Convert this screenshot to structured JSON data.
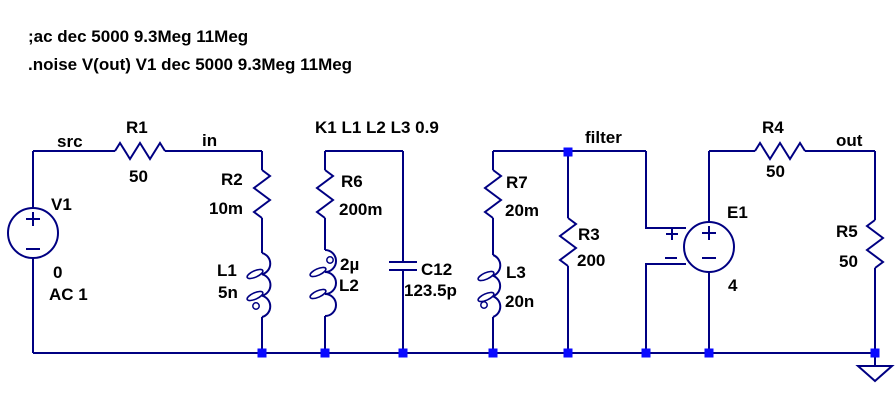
{
  "directives": {
    "line1": ";ac dec 5000 9.3Meg 11Meg",
    "line2": ".noise V(out) V1 dec 5000 9.3Meg 11Meg",
    "coupling": "K1 L1 L2 L3 0.9"
  },
  "nets": {
    "src": "src",
    "in": "in",
    "filter": "filter",
    "out": "out"
  },
  "components": {
    "v1": {
      "ref": "V1",
      "dc": "0",
      "ac": "AC 1"
    },
    "r1": {
      "ref": "R1",
      "value": "50"
    },
    "r2": {
      "ref": "R2",
      "value": "10m"
    },
    "l1": {
      "ref": "L1",
      "value": "5n"
    },
    "r6": {
      "ref": "R6",
      "value": "200m"
    },
    "l2": {
      "ref": "L2",
      "value": "2µ"
    },
    "c12": {
      "ref": "C12",
      "value": "123.5p"
    },
    "r7": {
      "ref": "R7",
      "value": "20m"
    },
    "l3": {
      "ref": "L3",
      "value": "20n"
    },
    "r3": {
      "ref": "R3",
      "value": "200"
    },
    "e1": {
      "ref": "E1",
      "value": "4"
    },
    "r4": {
      "ref": "R4",
      "value": "50"
    },
    "r5": {
      "ref": "R5",
      "value": "50"
    }
  },
  "colors": {
    "wire": "#000082",
    "junction": "#0A0AFF",
    "text": "#000000",
    "background": "#FFFFFF"
  }
}
